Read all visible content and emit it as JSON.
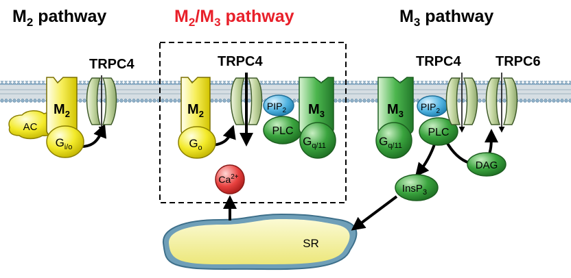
{
  "panels": {
    "left": {
      "title_main": "M",
      "title_sub": "2",
      "title_rest": " pathway",
      "color": "#000000"
    },
    "middle": {
      "title_a": "M",
      "title_a_sub": "2",
      "title_b": "/M",
      "title_b_sub": "3",
      "title_rest": " pathway",
      "color": "#e8202a"
    },
    "right": {
      "title_main": "M",
      "title_sub": "3",
      "title_rest": " pathway",
      "color": "#000000"
    }
  },
  "channels": {
    "trpc4": "TRPC4",
    "trpc6": "TRPC6"
  },
  "receptors": {
    "m": "M",
    "m2_sub": "2",
    "m3_sub": "3"
  },
  "proteins": {
    "ac": "AC",
    "g": "G",
    "gio_sub": "i/o",
    "go_sub": "o",
    "gq_sub": "q/11",
    "plc": "PLC",
    "pip": "PIP",
    "pip_sub": "2",
    "dag": "DAG",
    "insp": "InsP",
    "insp_sub": "3",
    "ca": "Ca",
    "ca_sup": "2+",
    "sr": "SR"
  },
  "colors": {
    "membrane_head": "#8fb0c8",
    "membrane_tail": "#c9d5dc",
    "m2_yellow": "#f3ea2a",
    "m3_green": "#3aa43e",
    "channel_green": "#c9d8a8",
    "pip_blue": "#4fb2e0",
    "ca_red": "#e8413f",
    "sr_yellow": "#f6f3a6",
    "sr_outline": "#6f9fb8",
    "title_red": "#e8202a"
  }
}
